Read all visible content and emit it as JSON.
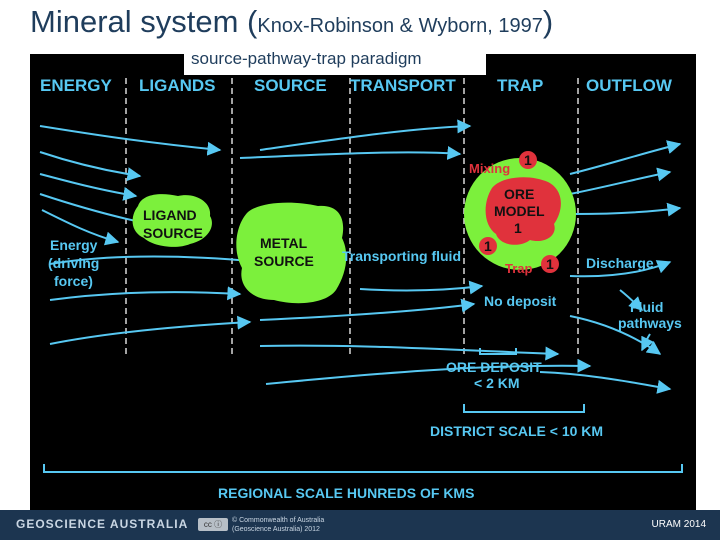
{
  "slide": {
    "title_main": "Mineral system ",
    "title_open": "(",
    "title_citation": "Knox-Robinson & Wyborn, 1997",
    "title_close": ")",
    "subtitle": "source-pathway-trap paradigm"
  },
  "diagram": {
    "stage_headers": [
      "ENERGY",
      "LIGANDS",
      "SOURCE",
      "TRANSPORT",
      "TRAP",
      "OUTFLOW"
    ],
    "energy_label": [
      "Energy",
      "(driving",
      "force)"
    ],
    "ligand_source_label": [
      "LIGAND",
      "SOURCE"
    ],
    "metal_source_label": [
      "METAL",
      "SOURCE"
    ],
    "transporting_fluid": "Transporting fluid",
    "mixing": "Mixing",
    "ore_model_label": [
      "ORE",
      "MODEL",
      "1"
    ],
    "trap_label": "Trap",
    "marker_number": "1",
    "discharge": "Discharge",
    "no_deposit": "No deposit",
    "fluid_pathways": [
      "Fluid",
      "pathways"
    ],
    "ore_deposit_scale": [
      "ORE DEPOSIT",
      "< 2 KM"
    ],
    "district_scale": "DISTRICT SCALE < 10 KM",
    "regional_scale": "REGIONAL SCALE HUNREDS OF KMS",
    "colors": {
      "text_blue": "#57c8f2",
      "green": "#7cf03c",
      "red": "#e0323c",
      "background": "#000000"
    }
  },
  "footer": {
    "organization": "GEOSCIENCE AUSTRALIA",
    "license_badge": "cc ⓘ",
    "copyright_lines": [
      "© Commonwealth of Australia",
      "(Geoscience Australia) 2012"
    ],
    "event": "URAM 2014"
  }
}
